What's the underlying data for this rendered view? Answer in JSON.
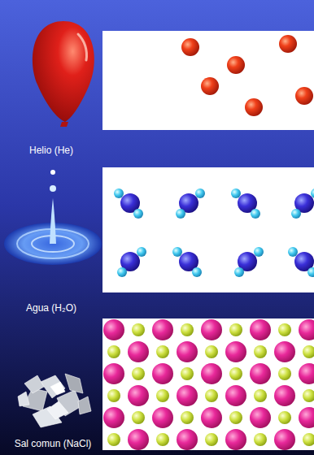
{
  "diagram": {
    "labels": [
      "Helio (He)",
      "Agua (H₂O)",
      "Sal comun (NaCl)"
    ]
  }
}
